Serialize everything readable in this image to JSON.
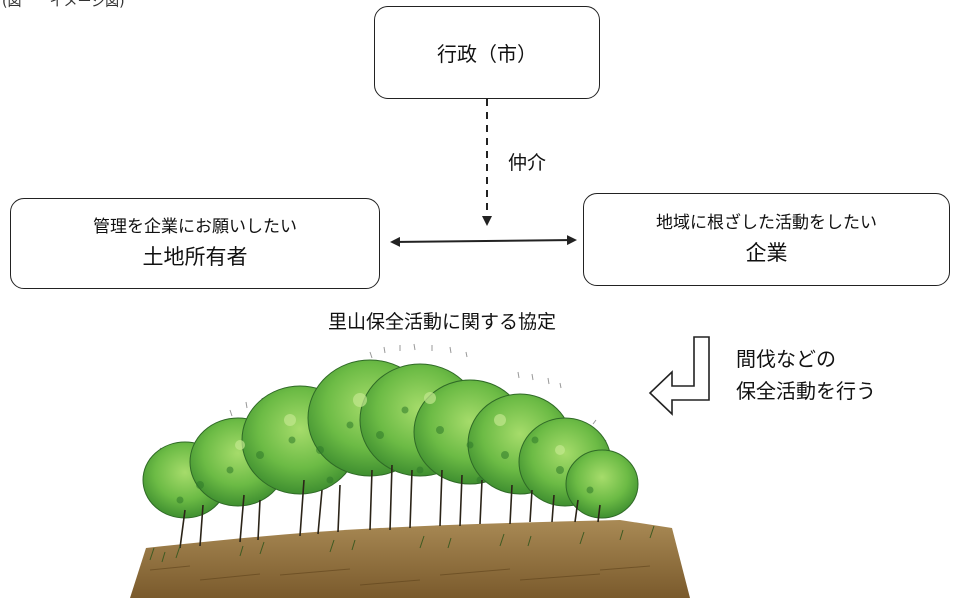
{
  "corner_fragment": "(図　　イメージ図)",
  "government_box": {
    "label": "行政（市）"
  },
  "mediation_label": "仲介",
  "owner_box": {
    "line1": "管理を企業にお願いしたい",
    "line2": "土地所有者"
  },
  "company_box": {
    "line1": "地域に根ざした活動をしたい",
    "line2": "企業"
  },
  "agreement_label": "里山保全活動に関する協定",
  "activity_label": {
    "line1": "間伐などの",
    "line2": "保全活動を行う"
  },
  "colors": {
    "foliage_light": "#8fcf5a",
    "foliage_mid": "#5fae3e",
    "foliage_dark": "#2f7a2a",
    "soil": "#8a6a3a",
    "line": "#222222"
  }
}
